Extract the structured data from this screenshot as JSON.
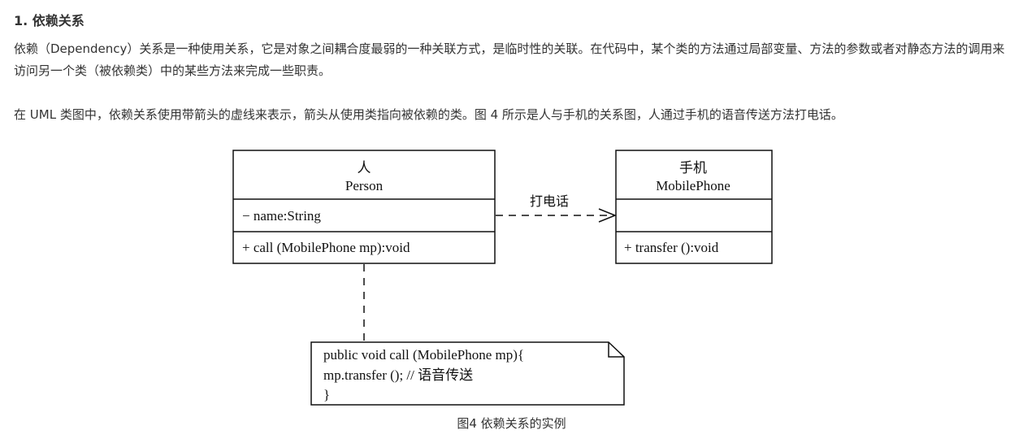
{
  "section": {
    "heading": "1. 依赖关系",
    "paragraph1": "依赖（Dependency）关系是一种使用关系，它是对象之间耦合度最弱的一种关联方式，是临时性的关联。在代码中，某个类的方法通过局部变量、方法的参数或者对静态方法的调用来访问另一个类（被依赖类）中的某些方法来完成一些职责。",
    "paragraph2": "在 UML 类图中，依赖关系使用带箭头的虚线来表示，箭头从使用类指向被依赖的类。图 4 所示是人与手机的关系图，人通过手机的语音传送方法打电话。"
  },
  "diagram": {
    "person": {
      "title_cn": "人",
      "title_en": "Person",
      "attribute": "− name:String",
      "method": "+ call (MobilePhone mp):void"
    },
    "phone": {
      "title_cn": "手机",
      "title_en": "MobilePhone",
      "method": "+ transfer ():void"
    },
    "dependency_label": "打电话",
    "note": {
      "line1": "public void call (MobilePhone mp){",
      "line2": "mp.transfer ();  // 语音传送",
      "line3": "}"
    },
    "caption": "图4 依赖关系的实例"
  }
}
